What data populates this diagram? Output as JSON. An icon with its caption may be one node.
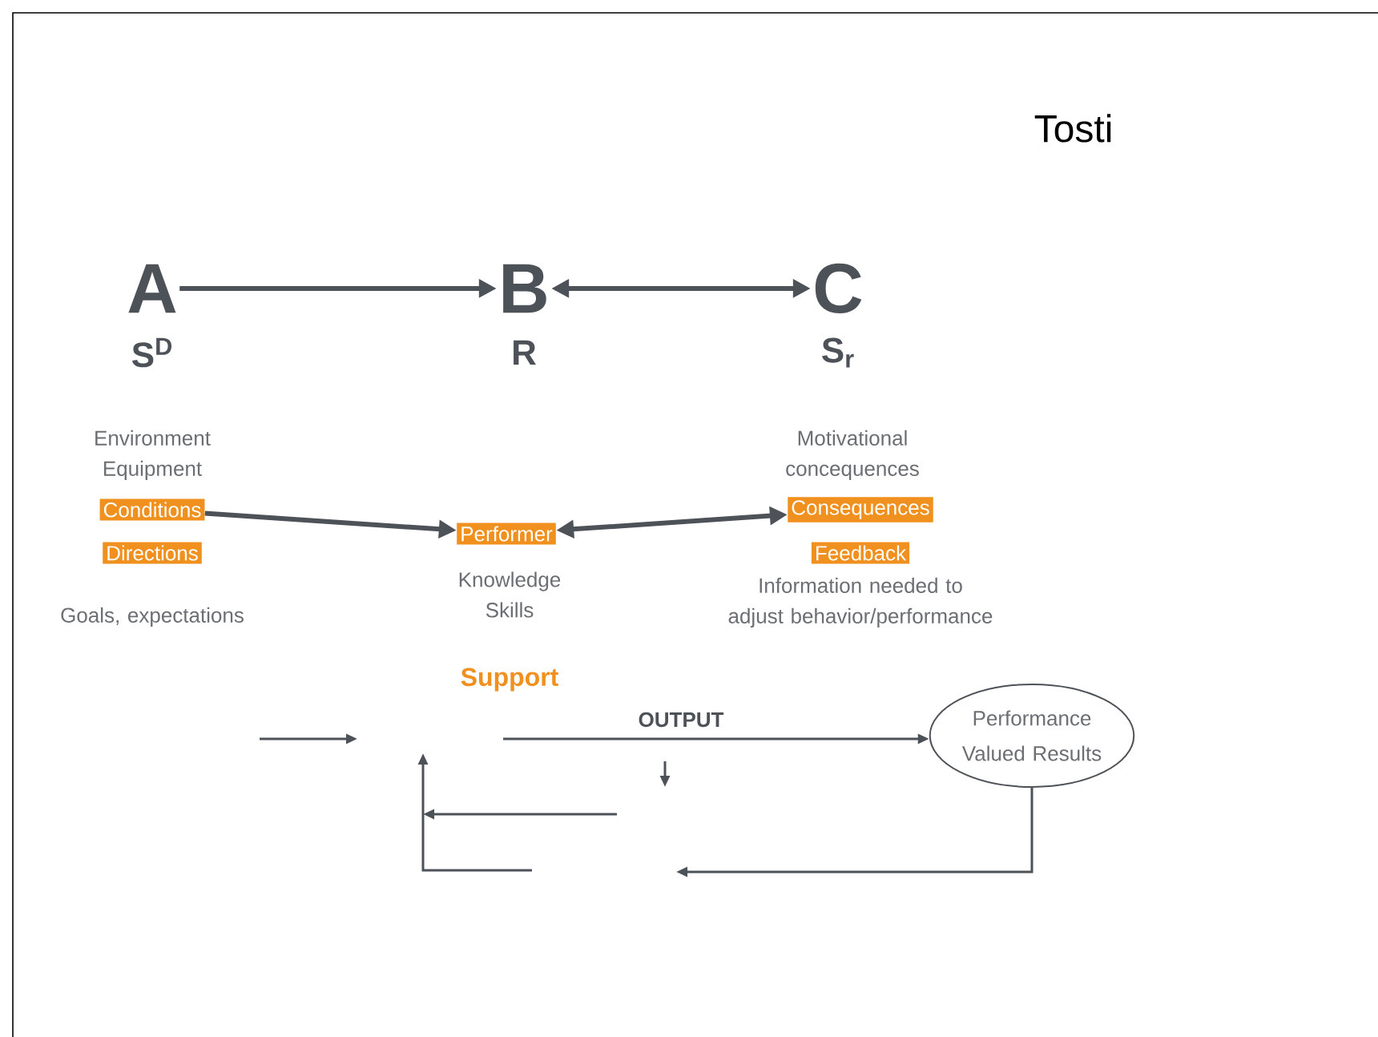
{
  "diagram": {
    "title": "Tosti",
    "nodes": [
      {
        "text": [
          "A",
          "S$^{D}$"
        ]
      },
      {
        "text": [
          "B",
          "R"
        ]
      },
      {
        "text": [
          "C",
          "S$_{r}$"
        ]
      },
      {
        "text": [
          "Environment Equipment"
        ]
      },
      {
        "text": [
          "Conditions"
        ]
      },
      {
        "text": [
          "Directions"
        ]
      },
      {
        "text": [
          "Goals, expectations"
        ]
      },
      {
        "text": [
          "Performer"
        ]
      },
      {
        "text": [
          "Knowledge Skills"
        ]
      },
      {
        "text": [
          "Motivational concequences"
        ]
      },
      {
        "text": [
          "Consequences"
        ]
      },
      {
        "text": [
          "Feedback"
        ]
      },
      {
        "text": [
          "Information needed to adjust behavior/performance"
        ]
      },
      {
        "text": [
          "Performance Valued Results"
        ]
      }
    ],
    "edges": [
      {
        "from": 0,
        "to": 1,
        "arrow": "to"
      },
      {
        "from": 1,
        "to": 2,
        "arrow": "both"
      },
      {
        "from": 4,
        "to": 7,
        "arrow": "to"
      },
      {
        "from": 7,
        "to": 10,
        "arrow": "both"
      },
      {
        "from": null,
        "to": 13,
        "arrow": "to",
        "label": "OUTPUT"
      },
      {
        "from": 13,
        "to": null,
        "arrow": "to"
      }
    ],
    "labels": [
      "Support"
    ]
  }
}
